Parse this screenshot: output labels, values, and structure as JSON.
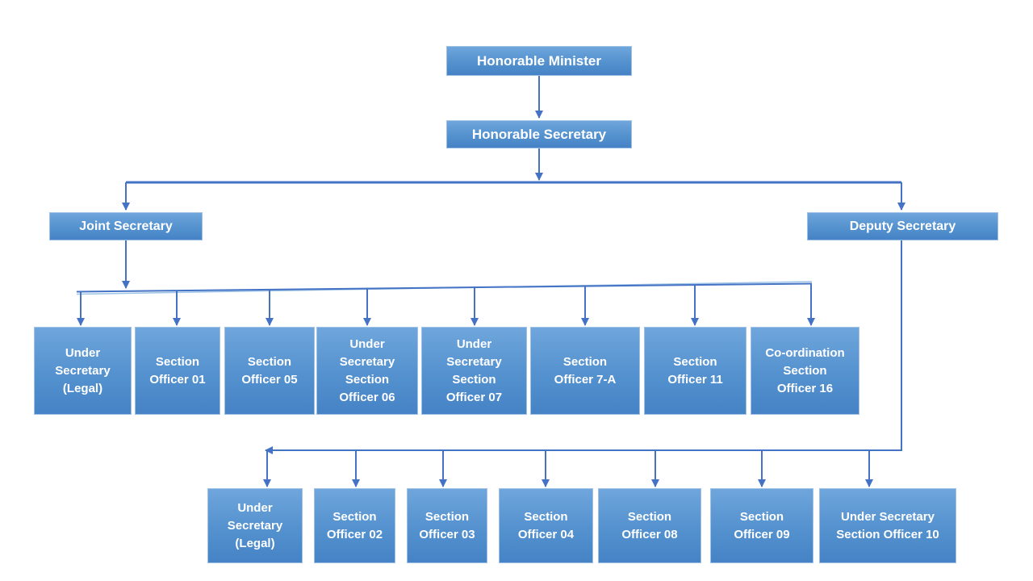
{
  "palette": {
    "box_gradient_top": "#6FA6DC",
    "box_gradient_bottom": "#4583C6",
    "box_border": "#9EC1E5",
    "connector": "#4472C4",
    "connector_light": "#9DC3E6",
    "text": "#FFFFFF",
    "background": "#FFFFFF"
  },
  "org": {
    "minister": {
      "label": "Honorable Minister"
    },
    "secretary": {
      "label": "Honorable Secretary"
    },
    "branches": [
      {
        "head": {
          "label": "Joint Secretary"
        },
        "children": [
          {
            "label": "Under\nSecretary\n(Legal)"
          },
          {
            "label": "Section\nOfficer 01"
          },
          {
            "label": "Section\nOfficer 05"
          },
          {
            "label": "Under\nSecretary\nSection\nOfficer 06"
          },
          {
            "label": "Under\nSecretary\nSection\nOfficer 07"
          },
          {
            "label": "Section\nOfficer 7-A"
          },
          {
            "label": "Section\nOfficer 11"
          },
          {
            "label": "Co-ordination\nSection\nOfficer 16"
          }
        ]
      },
      {
        "head": {
          "label": "Deputy Secretary"
        },
        "children": [
          {
            "label": "Under\nSecretary\n(Legal)"
          },
          {
            "label": "Section\nOfficer 02"
          },
          {
            "label": "Section\nOfficer 03"
          },
          {
            "label": "Section\nOfficer 04"
          },
          {
            "label": "Section\nOfficer 08"
          },
          {
            "label": "Section\nOfficer 09"
          },
          {
            "label": "Under Secretary\nSection Officer 10"
          }
        ]
      }
    ]
  }
}
